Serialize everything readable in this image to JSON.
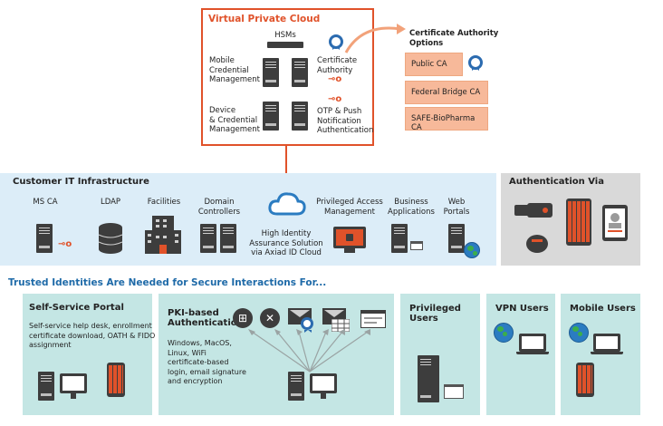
{
  "vpc": {
    "title": "Virtual Private Cloud",
    "hsms": "HSMs",
    "mobile": [
      "Mobile",
      "Credential",
      "Management"
    ],
    "device": [
      "Device",
      "& Credential",
      "Management"
    ],
    "cert": [
      "Certificate",
      "Authority"
    ],
    "otp": [
      "OTP & Push",
      "Notification",
      "Authentication"
    ]
  },
  "ca_options": {
    "title": [
      "Certificate Authority",
      "Options"
    ],
    "items": [
      "Public CA",
      "Federal Bridge CA",
      "SAFE-BioPharma CA"
    ]
  },
  "customer_it": {
    "title": "Customer IT Infrastructure",
    "items": {
      "ms_ca": "MS CA",
      "ldap": "LDAP",
      "facilities": "Facilities",
      "domain": [
        "Domain",
        "Controllers"
      ],
      "high": [
        "High Identity",
        "Assurance Solution",
        "via Axiad ID Cloud"
      ],
      "pam": [
        "Privileged Access",
        "Management"
      ],
      "business": [
        "Business",
        "Applications"
      ],
      "web": [
        "Web",
        "Portals"
      ]
    }
  },
  "auth_via": {
    "title": "Authentication Via"
  },
  "trusted": {
    "title": "Trusted Identities Are Needed for Secure Interactions For..."
  },
  "panels": {
    "self_service": {
      "title": "Self-Service Portal",
      "desc": [
        "Self-service help desk, enrollment",
        "certificate download, OATH & FIDO",
        "assignment"
      ]
    },
    "pki": {
      "title": [
        "PKI-based",
        "Authentication"
      ],
      "desc": [
        "Windows, MacOS,",
        "Linux, WiFi",
        "certificate-based",
        "login, email signature",
        "and encryption"
      ]
    },
    "privileged": {
      "title": [
        "Privileged",
        "Users"
      ]
    },
    "vpn": {
      "title": "VPN Users"
    },
    "mobile": {
      "title": "Mobile Users"
    }
  },
  "colors": {
    "accent_orange": "#e0522a",
    "ca_fill": "#f7b99a",
    "customer_bg": "#dcedf8",
    "auth_bg": "#d9d9d9",
    "panel_bg": "#c4e6e4",
    "trusted_blue": "#1e6aa8",
    "cloud_blue": "#2b7cc1"
  }
}
